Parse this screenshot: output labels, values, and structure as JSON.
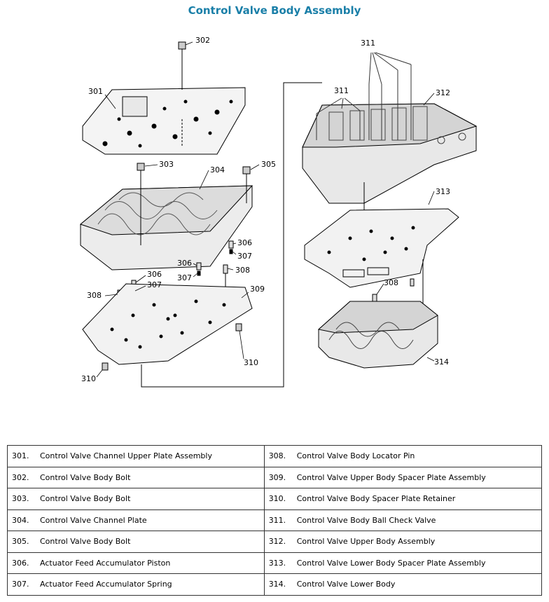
{
  "title": "Control Valve Body Assembly",
  "callouts": {
    "c301": "301",
    "c302": "302",
    "c303": "303",
    "c304": "304",
    "c305": "305",
    "c306a": "306",
    "c307a": "307",
    "c306b": "306",
    "c307b": "307",
    "c306c": "306",
    "c307c": "307",
    "c308a": "308",
    "c308b": "308",
    "c308c": "308",
    "c309": "309",
    "c310a": "310",
    "c310b": "310",
    "c311a": "311",
    "c311b": "311",
    "c312": "312",
    "c313": "313",
    "c314": "314"
  },
  "legend": {
    "rows": [
      {
        "l_num": "301.",
        "l_txt": "Control Valve Channel Upper Plate Assembly",
        "r_num": "308.",
        "r_txt": "Control Valve Body Locator Pin"
      },
      {
        "l_num": "302.",
        "l_txt": "Control Valve Body Bolt",
        "r_num": "309.",
        "r_txt": "Control Valve Upper Body Spacer Plate Assembly"
      },
      {
        "l_num": "303.",
        "l_txt": "Control Valve Body Bolt",
        "r_num": "310.",
        "r_txt": "Control Valve Body Spacer Plate Retainer"
      },
      {
        "l_num": "304.",
        "l_txt": "Control Valve Channel Plate",
        "r_num": "311.",
        "r_txt": "Control Valve Body Ball Check Valve"
      },
      {
        "l_num": "305.",
        "l_txt": "Control Valve Body Bolt",
        "r_num": "312.",
        "r_txt": "Control Valve Upper Body Assembly"
      },
      {
        "l_num": "306.",
        "l_txt": "Actuator Feed Accumulator Piston",
        "r_num": "313.",
        "r_txt": "Control Valve Lower Body Spacer Plate Assembly"
      },
      {
        "l_num": "307.",
        "l_txt": "Actuator Feed Accumulator Spring",
        "r_num": "314.",
        "r_txt": "Control Valve Lower Body"
      }
    ]
  }
}
